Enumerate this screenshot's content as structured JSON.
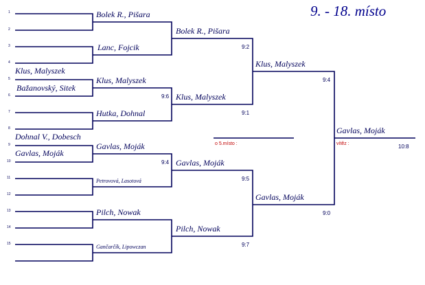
{
  "title": "9. - 18. místo",
  "seeds": [
    "1",
    "2",
    "3",
    "4",
    "5",
    "6",
    "7",
    "8",
    "9",
    "10",
    "11",
    "12",
    "13",
    "14",
    "15"
  ],
  "round1_labels": {
    "klus_malyszek": "Klus, Malyszek",
    "bazanovsky": "Bažanovský, Sitek",
    "dohnal_dobesch": "Dohnal V., Dobesch",
    "gavlas_mojak": "Gavlas, Moják"
  },
  "round2": {
    "m1": "Bolek R., Pišara",
    "m2": "Lanc, Fojcik",
    "m3": "Klus, Malyszek",
    "m4": "Hutka, Dohnal",
    "m5": "Gavlas, Moják",
    "m6": "Petrovová, Lasotová",
    "m7": "Pilch, Nowak",
    "m8": "Gančarčík, Lipowczan"
  },
  "round2_scores": {
    "s3": "9:6",
    "s5": "9:4"
  },
  "round3": {
    "m1": "Bolek R., Pišara",
    "m2": "Klus, Malyszek",
    "m3": "Gavlas, Moják",
    "m4": "Pilch, Nowak"
  },
  "round3_scores": {
    "s1": "9:2",
    "s2": "9:1",
    "s3": "9:5",
    "s4": "9:7"
  },
  "semis": {
    "top": "Klus, Malyszek",
    "bottom": "Gavlas, Moják"
  },
  "semi_scores": {
    "top": "9:4",
    "bottom": "9:0"
  },
  "final": {
    "winner": "Gavlas, Moják",
    "score": "10:8",
    "label": "vítěz :"
  },
  "place_label": "o 5.místo :",
  "colors": {
    "line": "#00005a",
    "text": "#00005a",
    "title": "#00008c",
    "note": "#c00000"
  }
}
